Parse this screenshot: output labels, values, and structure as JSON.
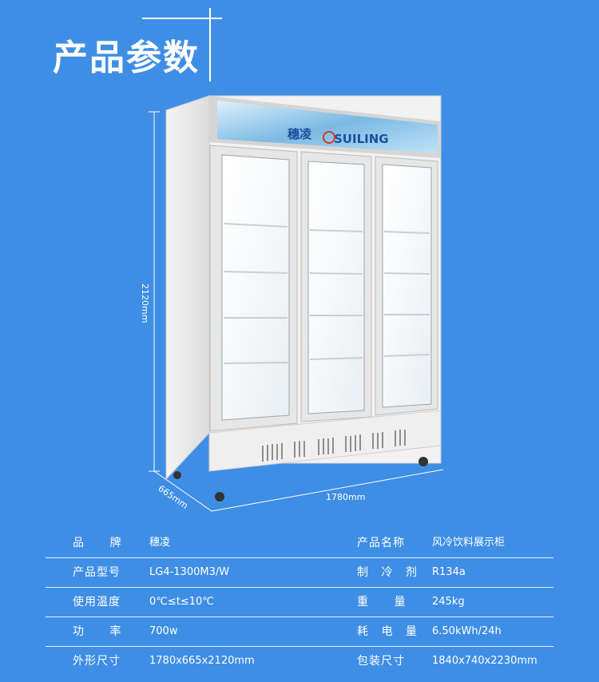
{
  "page": {
    "title": "产品参数"
  },
  "product": {
    "brand_logo_cn": "穗凌",
    "brand_logo_en": "SUILING",
    "dimensions": {
      "height": "2120mm",
      "depth": "665mm",
      "width": "1780mm"
    }
  },
  "specs": {
    "rows": [
      {
        "label_left": "品 牌",
        "value_left": "穗凌",
        "label_right": "产品名称",
        "value_right": "风冷饮料展示柜"
      },
      {
        "label_left": "产品型号",
        "value_left": "LG4-1300M3/W",
        "label_right": "制 冷 剂",
        "value_right": "R134a"
      },
      {
        "label_left": "使用温度",
        "value_left": "0℃≤t≤10℃",
        "label_right": "重 量",
        "value_right": "245kg"
      },
      {
        "label_left": "功 率",
        "value_left": "700w",
        "label_right": "耗 电 量",
        "value_right": "6.50kWh/24h"
      },
      {
        "label_left": "外形尺寸",
        "value_left": "1780x665x2120mm",
        "label_right": "包装尺寸",
        "value_right": "1840x740x2230mm"
      }
    ]
  },
  "colors": {
    "background": "#3f8ee6",
    "text": "#ffffff"
  }
}
